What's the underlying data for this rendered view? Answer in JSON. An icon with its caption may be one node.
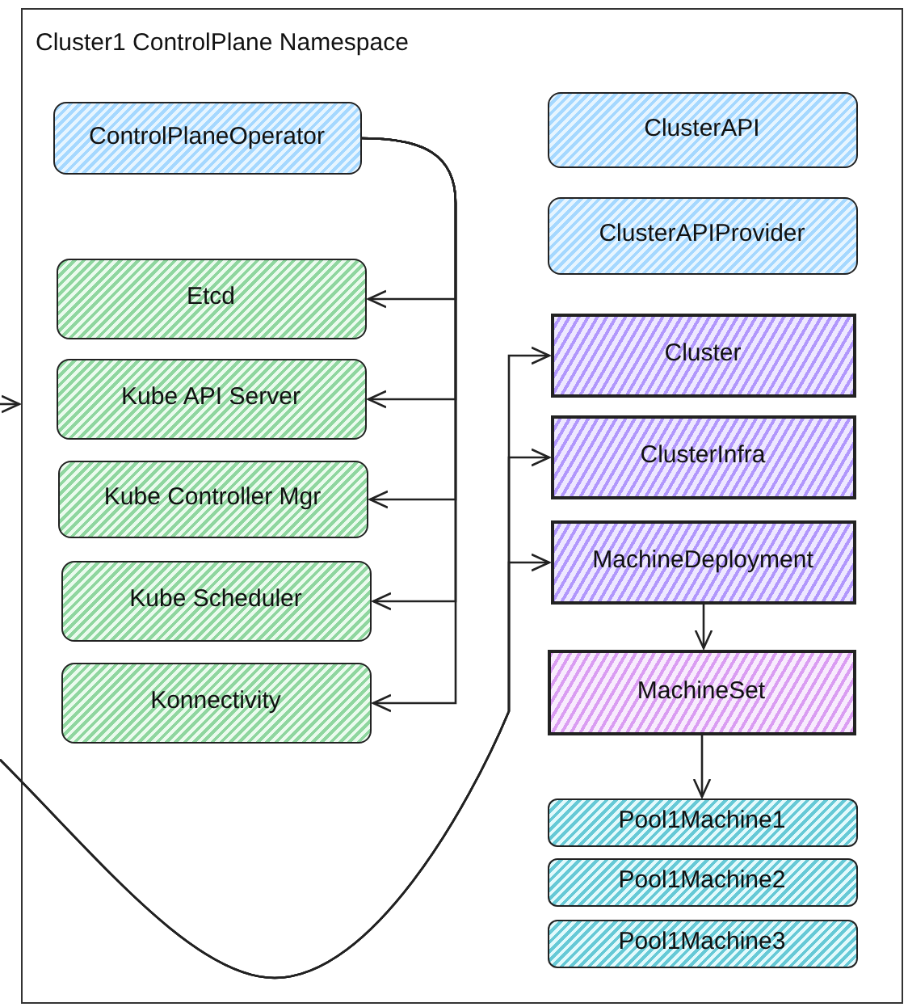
{
  "diagram": {
    "nodes": [
      {
        "text": [
          "Cluster1 ControlPlane Namespace"
        ]
      },
      {
        "text": [
          "ControlPlaneOperator"
        ],
        "in": 0
      },
      {
        "text": [
          "ClusterAPI"
        ],
        "in": 0
      },
      {
        "text": [
          "ClusterAPIProvider"
        ],
        "in": 0
      },
      {
        "text": [
          "Etcd"
        ],
        "in": 0
      },
      {
        "text": [
          "Kube API Server"
        ],
        "in": 0
      },
      {
        "text": [
          "Kube Controller Mgr"
        ],
        "in": 0
      },
      {
        "text": [
          "Kube Scheduler"
        ],
        "in": 0
      },
      {
        "text": [
          "Konnectivity"
        ],
        "in": 0
      },
      {
        "text": [
          "Cluster"
        ],
        "in": 0
      },
      {
        "text": [
          "ClusterInfra"
        ],
        "in": 0
      },
      {
        "text": [
          "MachineDeployment"
        ],
        "in": 0
      },
      {
        "text": [
          "MachineSet"
        ],
        "in": 0
      },
      {
        "text": [
          "Pool1Machine1"
        ],
        "in": 0
      },
      {
        "text": [
          "Pool1Machine2"
        ],
        "in": 0
      },
      {
        "text": [
          "Pool1Machine3"
        ],
        "in": 0
      }
    ],
    "edges": [
      {
        "from": 1,
        "to": 4,
        "arrow": "to"
      },
      {
        "from": 1,
        "to": 5,
        "arrow": "to"
      },
      {
        "from": 1,
        "to": 6,
        "arrow": "to"
      },
      {
        "from": 1,
        "to": 7,
        "arrow": "to"
      },
      {
        "from": 1,
        "to": 8,
        "arrow": "to"
      },
      {
        "from": null,
        "to": 0,
        "arrow": "to"
      },
      {
        "from": null,
        "to": 9,
        "arrow": "to"
      },
      {
        "from": null,
        "to": 10,
        "arrow": "to"
      },
      {
        "from": null,
        "to": 11,
        "arrow": "to"
      },
      {
        "from": 11,
        "to": 12,
        "arrow": "to"
      },
      {
        "from": 12,
        "to": 13,
        "arrow": "to"
      }
    ]
  }
}
